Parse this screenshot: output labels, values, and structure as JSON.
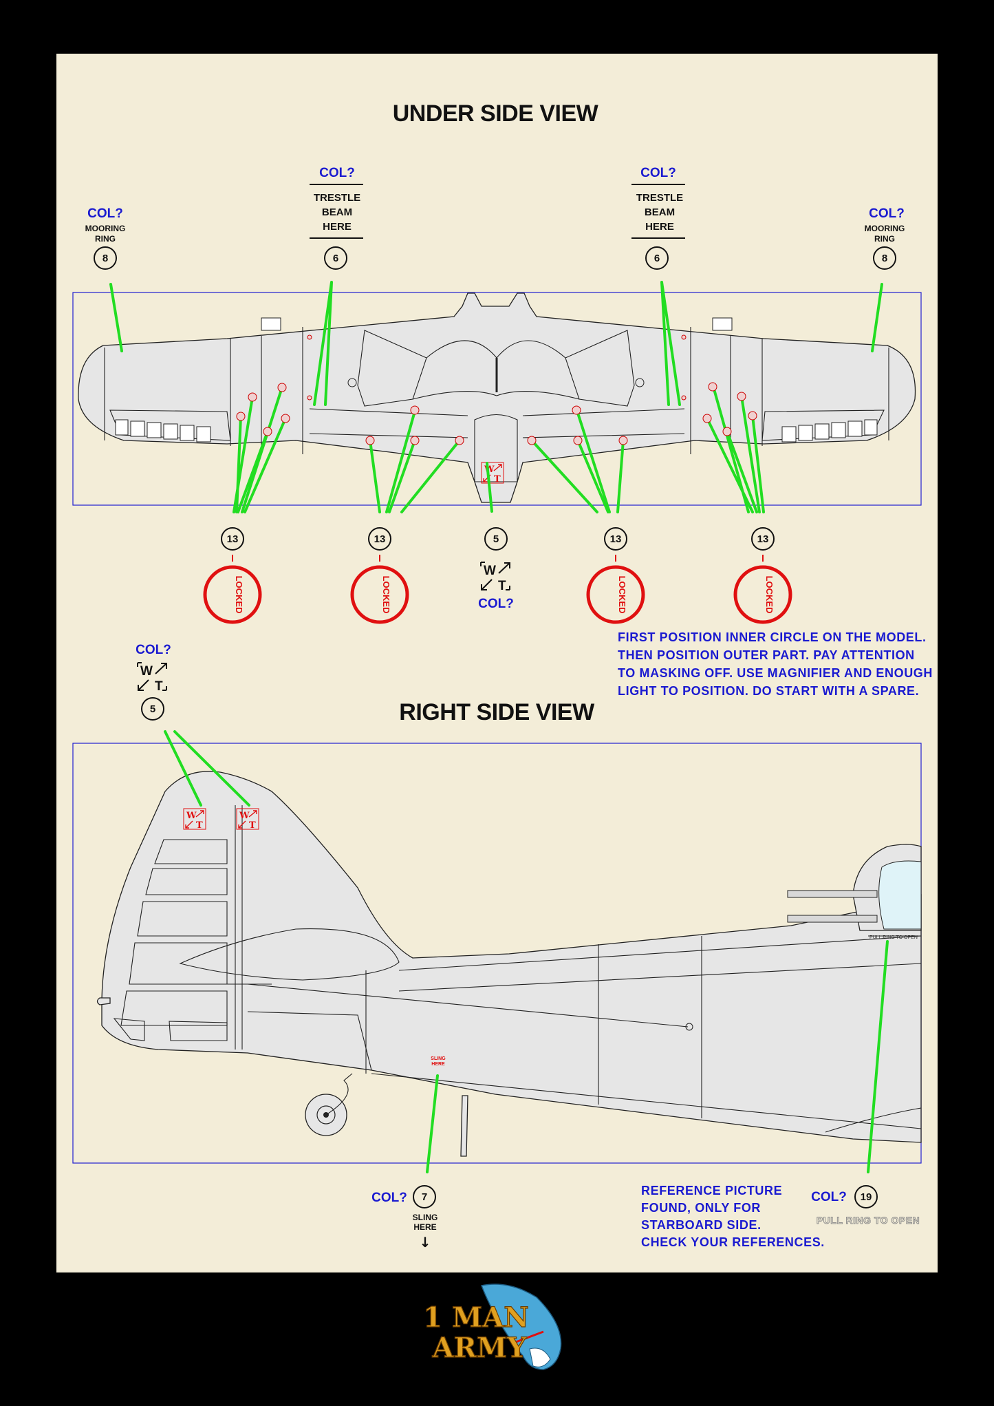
{
  "underside": {
    "title": "UNDER SIDE VIEW",
    "col_q": "COL?",
    "mooring_line1": "MOORING",
    "mooring_line2": "RING",
    "trestle_line1": "TRESTLE",
    "trestle_line2": "BEAM",
    "trestle_line3": "HERE",
    "num_8": "8",
    "num_6": "6",
    "num_13": "13",
    "num_5": "5",
    "locked": "LOCKED",
    "note_lines": [
      "FIRST POSITION INNER CIRCLE ON THE MODEL.",
      "THEN POSITION OUTER PART. PAY ATTENTION",
      "TO MASKING OFF. USE MAGNIFIER AND ENOUGH",
      "LIGHT TO POSITION. DO START WITH A SPARE."
    ]
  },
  "wt_mark": {
    "w": "W",
    "t": "T"
  },
  "rightside": {
    "title": "RIGHT SIDE VIEW",
    "col_q": "COL?",
    "num_5": "5",
    "num_7": "7",
    "num_19": "19",
    "sling_line1": "SLING",
    "sling_line2": "HERE",
    "arrow": "↓",
    "pull_ring": "PULL RING TO OPEN",
    "note_lines": [
      "REFERENCE PICTURE",
      "FOUND, ONLY FOR",
      "STARBOARD SIDE.",
      "CHECK YOUR REFERENCES."
    ]
  },
  "logo": {
    "line1": "1 MAN",
    "line2": "ARMY"
  },
  "colors": {
    "background": "#000000",
    "sheet": "#f3edd8",
    "blue_text": "#1a1ad0",
    "leader_green": "#22dd22",
    "locked_red": "#e01010",
    "aircraft_grey": "#e6e6e6"
  }
}
